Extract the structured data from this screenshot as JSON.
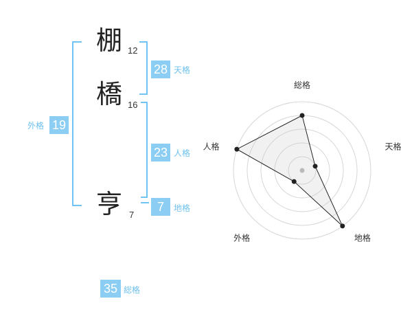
{
  "name": {
    "chars": [
      {
        "char": "棚",
        "strokes": "12"
      },
      {
        "char": "橋",
        "strokes": "16"
      },
      {
        "char": "亨",
        "strokes": "7"
      }
    ]
  },
  "fortunes": {
    "tenkaku": {
      "value": "28",
      "label": "天格"
    },
    "jinkaku": {
      "value": "23",
      "label": "人格"
    },
    "chikaku": {
      "value": "7",
      "label": "地格"
    },
    "gaikaku": {
      "value": "19",
      "label": "外格"
    },
    "soukaku": {
      "value": "35",
      "label": "総格"
    }
  },
  "colors": {
    "accent": "#8ccdf3",
    "bracket": "#6ec3f2",
    "label": "#6fc2ef"
  },
  "chart_data": {
    "type": "radar",
    "axes": [
      "総格",
      "天格",
      "地格",
      "外格",
      "人格"
    ],
    "levels": 5,
    "range": [
      0,
      5
    ],
    "values": [
      4,
      1,
      5,
      1,
      5
    ]
  }
}
